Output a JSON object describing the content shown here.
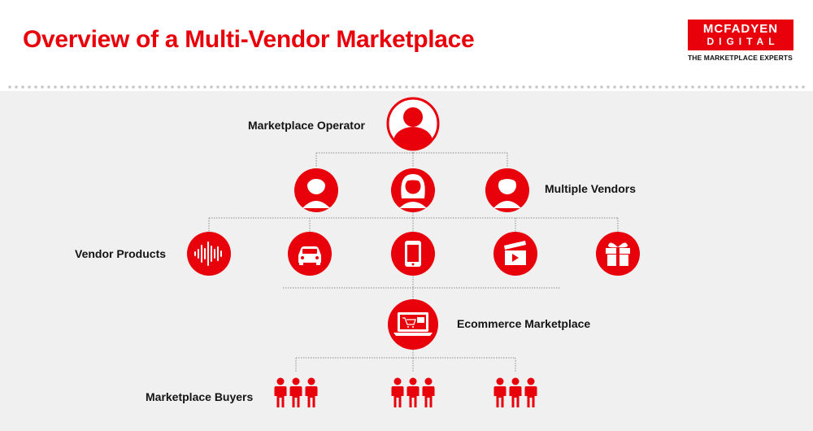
{
  "header": {
    "title": "Overview of a Multi-Vendor Marketplace"
  },
  "logo": {
    "line1": "MCFADYEN",
    "line2": "DIGITAL",
    "tagline": "THE MARKETPLACE EXPERTS"
  },
  "diagram": {
    "operator_label": "Marketplace Operator",
    "vendors_label": "Multiple Vendors",
    "products_label": "Vendor Products",
    "ecommerce_label": "Ecommerce Marketplace",
    "buyers_label": "Marketplace Buyers"
  },
  "icons": {
    "operator": "user-icon",
    "vendors": [
      "male-vendor-icon",
      "female-vendor-icon",
      "male-vendor-icon"
    ],
    "products": [
      "audio-wave-icon",
      "car-icon",
      "smartphone-icon",
      "clapperboard-icon",
      "gift-icon"
    ],
    "ecommerce": "laptop-shop-icon",
    "buyers": [
      "people-group-icon",
      "people-group-icon",
      "people-group-icon"
    ]
  },
  "colors": {
    "brand_red": "#e8000b",
    "background": "#f0f0f0",
    "connector": "#8c8c8c"
  }
}
